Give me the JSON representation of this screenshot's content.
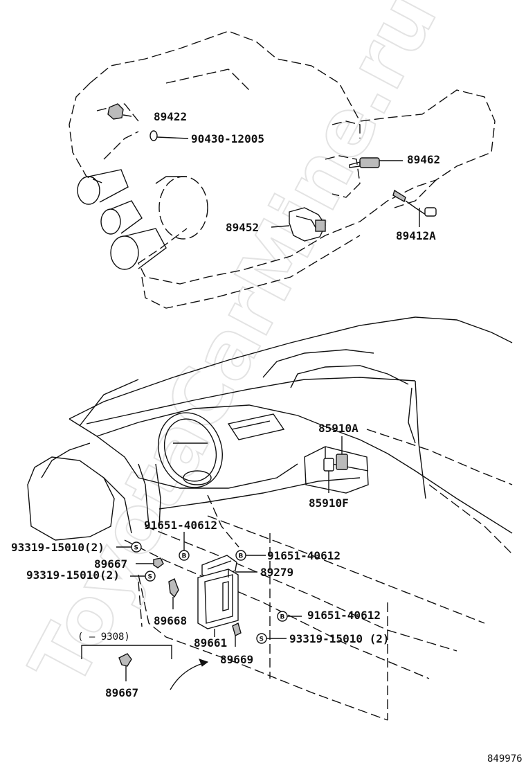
{
  "watermark": "ToyotaCarMine.ru",
  "labels": {
    "p89422": "89422",
    "p90430": "90430-12005",
    "p89462": "89462",
    "p89452": "89452",
    "p89412A": "89412A",
    "p85910A": "85910A",
    "p85910F": "85910F",
    "p91651_top": "91651-40612",
    "p93319_a": "93319-15010(2)",
    "p89667": "89667",
    "p91651_mid": "91651-40612",
    "p93319_b": "93319-15010(2)",
    "p89279": "89279",
    "p89668": "89668",
    "p91651_low": "91651-40612",
    "p89661": "89661",
    "p93319_c": "93319-15010 (2)",
    "p89669": "89669",
    "inset_range": "(     – 9308)",
    "p89667_inset": "89667",
    "diagram_id": "849976"
  },
  "badges": {
    "bolt": "B",
    "screw": "S"
  }
}
